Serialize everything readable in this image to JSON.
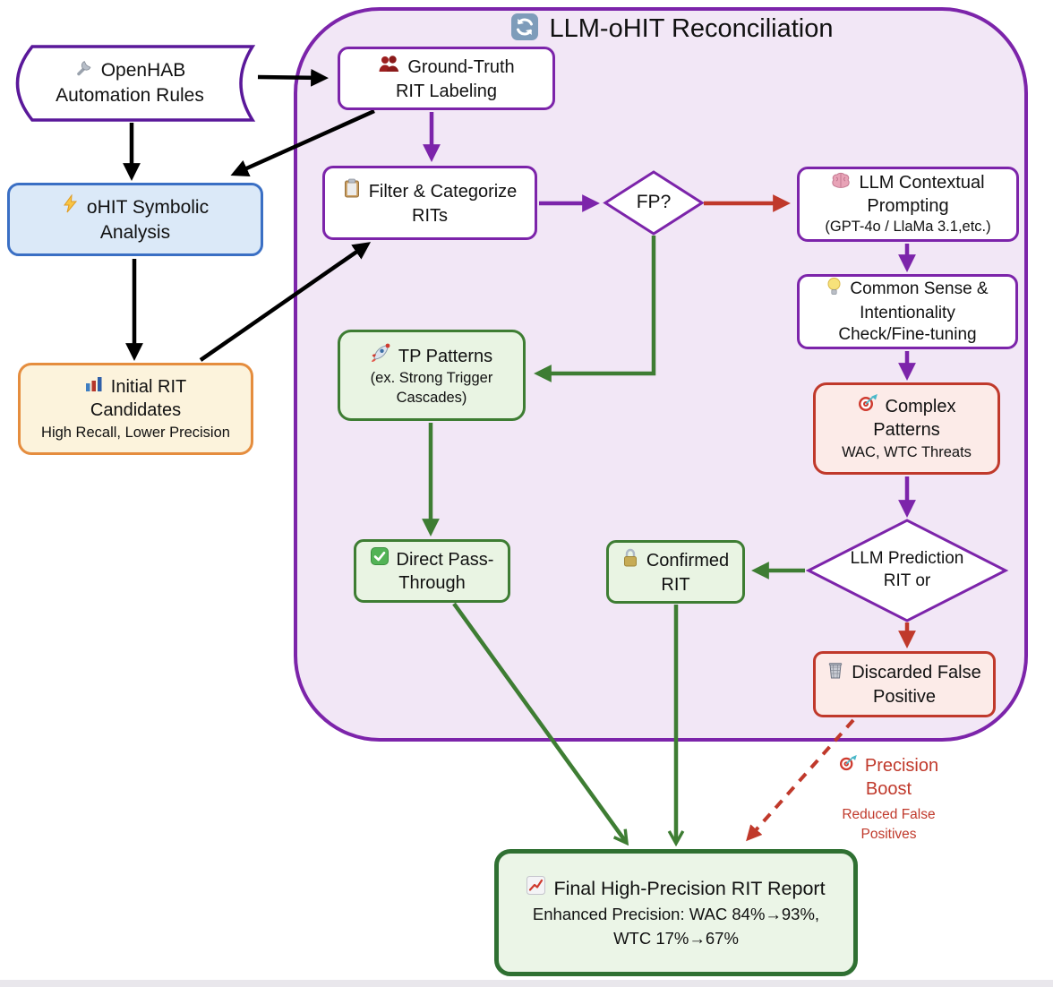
{
  "title": {
    "text": "LLM-oHIT Reconciliation",
    "icon": "refresh-icon"
  },
  "nodes": {
    "openhab": {
      "line1": "OpenHAB",
      "line2": "Automation Rules",
      "icon": "wrench-icon"
    },
    "symbolic": {
      "line1": "oHIT Symbolic",
      "line2": "Analysis",
      "icon": "zap-icon"
    },
    "initial": {
      "line1": "Initial RIT",
      "line2": "Candidates",
      "sub": "High Recall, Lower Precision",
      "icon": "bar-chart-icon"
    },
    "ground_truth": {
      "line1": "Ground-Truth",
      "line2": "RIT Labeling",
      "icon": "users-icon"
    },
    "filter": {
      "line1": "Filter & Categorize",
      "line2": "RITs",
      "icon": "clipboard-icon"
    },
    "fp_decision": {
      "label": "FP?"
    },
    "llm_prompting": {
      "line1": "LLM Contextual",
      "line2": "Prompting",
      "sub": "(GPT-4o / LlaMa 3.1,etc.)",
      "icon": "brain-icon"
    },
    "common_sense": {
      "line1": "Common Sense &",
      "line2": "Intentionality",
      "line3": "Check/Fine-tuning",
      "icon": "bulb-icon"
    },
    "complex_patterns": {
      "line1": "Complex",
      "line2": "Patterns",
      "sub": "WAC, WTC Threats",
      "icon": "dart-icon"
    },
    "tp_patterns": {
      "line1": "TP Patterns",
      "sub1": "(ex. Strong Trigger",
      "sub2": "Cascades)",
      "icon": "rocket-icon"
    },
    "direct_pass": {
      "line1": "Direct Pass-",
      "line2": "Through",
      "icon": "check-icon"
    },
    "confirmed": {
      "line1": "Confirmed",
      "line2": "RIT",
      "icon": "lock-icon"
    },
    "llm_prediction": {
      "line1": "LLM Prediction",
      "line2": "RIT or"
    },
    "discarded": {
      "line1": "Discarded False",
      "line2": "Positive",
      "icon": "trash-icon"
    },
    "precision_boost": {
      "line1": "Precision",
      "line2": "Boost",
      "sub1": "Reduced False",
      "sub2": "Positives",
      "icon": "dart-icon"
    },
    "final_report": {
      "line1": "Final High-Precision RIT Report",
      "sub1": "Enhanced Precision: WAC 84%→93%,",
      "sub2": "WTC 17%→67%",
      "icon": "chart-up-icon"
    }
  },
  "colors": {
    "purple": "#7c24aa",
    "green": "#3e7d33",
    "dark_green": "#2f7032",
    "red": "#c0392b",
    "black": "#000000",
    "blue_border": "#3a6fc4",
    "blue_fill": "#dbe9f8",
    "orange_border": "#e58d3e",
    "orange_fill": "#fcf3dc",
    "green_fill": "#e9f4e3",
    "red_fill": "#fcebe8",
    "container_fill": "#f2e7f6",
    "white": "#ffffff"
  }
}
